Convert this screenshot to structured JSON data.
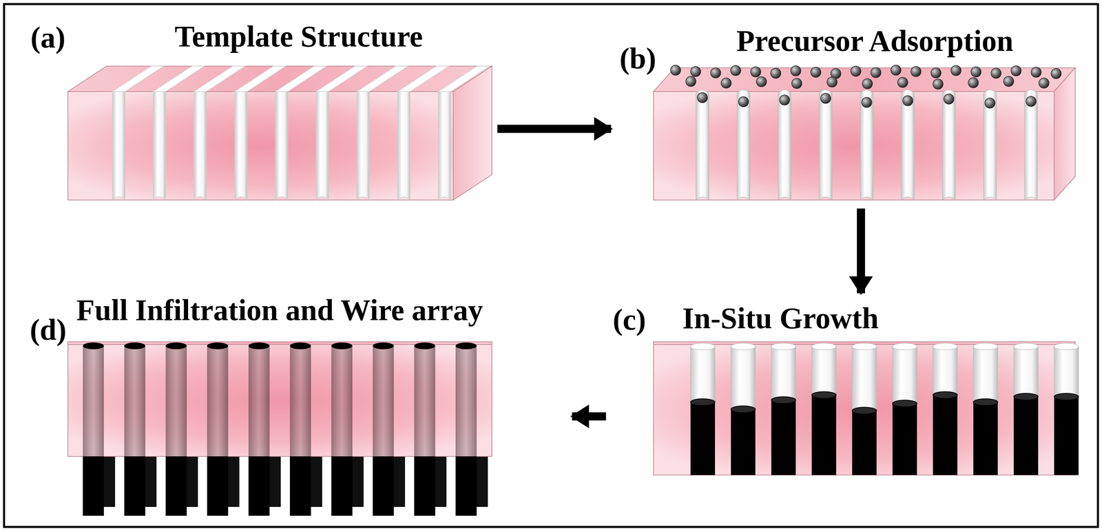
{
  "diagram": {
    "nodes": [
      {
        "text": [
          "(a)",
          "Template Structure"
        ]
      },
      {
        "text": [
          "(b)",
          "Precursor Adsorption"
        ]
      },
      {
        "text": [
          "(c)",
          "In-Situ Growth"
        ]
      },
      {
        "text": [
          "(d)",
          "Full Infiltration and Wire array"
        ]
      }
    ],
    "edges": [
      {
        "from": 0,
        "to": 1,
        "arrow": "to"
      },
      {
        "from": 1,
        "to": 2,
        "arrow": "to"
      },
      {
        "from": 2,
        "to": 3,
        "arrow": "to"
      }
    ]
  }
}
